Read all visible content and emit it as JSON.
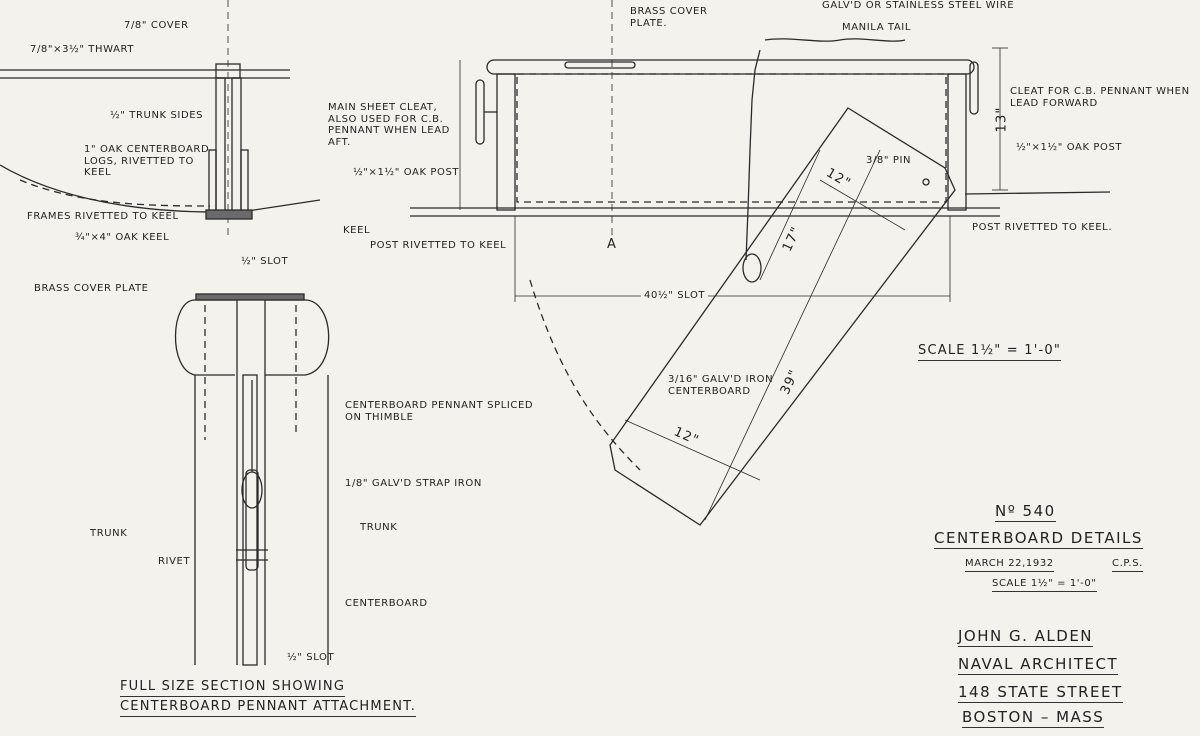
{
  "labels": {
    "cover78": "7/8\" COVER",
    "thwart": "7/8\"×3½\" THWART",
    "trunk_sides": "½\" TRUNK SIDES",
    "logs": "1\" OAK CENTERBOARD LOGS, RIVETTED TO KEEL",
    "frames": "FRAMES RIVETTED TO KEEL",
    "oak_keel": "¾\"×4\" OAK KEEL",
    "slot_top": "½\" SLOT",
    "brass_plate_left": "BRASS COVER PLATE",
    "brass_plate_top": "BRASS COVER PLATE.",
    "wire": "GALV'D OR STAINLESS STEEL WIRE",
    "manila": "MANILA TAIL",
    "main_sheet": "MAIN SHEET CLEAT, ALSO USED FOR C.B. PENNANT WHEN LEAD AFT.",
    "oak_post_left": "½\"×1½\" OAK POST",
    "keel": "KEEL",
    "post_rivet_left": "POST RIVETTED TO KEEL",
    "section_mark": "A",
    "cleat_fwd": "CLEAT FOR C.B. PENNANT WHEN LEAD FORWARD",
    "oak_post_right": "½\"×1½\" OAK POST",
    "post_rivet_right": "POST RIVETTED TO KEEL.",
    "dim_13": "13\"",
    "dim_12a": "12\"",
    "pin": "3/8\" PIN",
    "dim_17": "17\"",
    "slot_length": "40½\" SLOT",
    "dim_39": "39\"",
    "centerboard": "3/16\" GALV'D IRON CENTERBOARD",
    "dim_12b": "12\"",
    "scale_main": "SCALE 1½\" = 1'-0\"",
    "pennant": "CENTERBOARD PENNANT SPLICED ON THIMBLE",
    "strap": "1/8\" GALV'D STRAP IRON",
    "trunk_left": "TRUNK",
    "trunk_right": "TRUNK",
    "rivet": "RIVET",
    "centerboard_sec": "CENTERBOARD",
    "slot_bottom": "½\" SLOT",
    "caption_line1": "FULL SIZE SECTION SHOWING",
    "caption_line2": "CENTERBOARD PENNANT ATTACHMENT."
  },
  "title_block": {
    "number": "Nº 540",
    "title": "CENTERBOARD DETAILS",
    "date": "MARCH 22,1932",
    "initials": "C.P.S.",
    "scale": "SCALE 1½\" = 1'-0\"",
    "architect": "JOHN G. ALDEN",
    "role": "NAVAL ARCHITECT",
    "street": "148 STATE STREET",
    "city": "BOSTON – MASS"
  }
}
